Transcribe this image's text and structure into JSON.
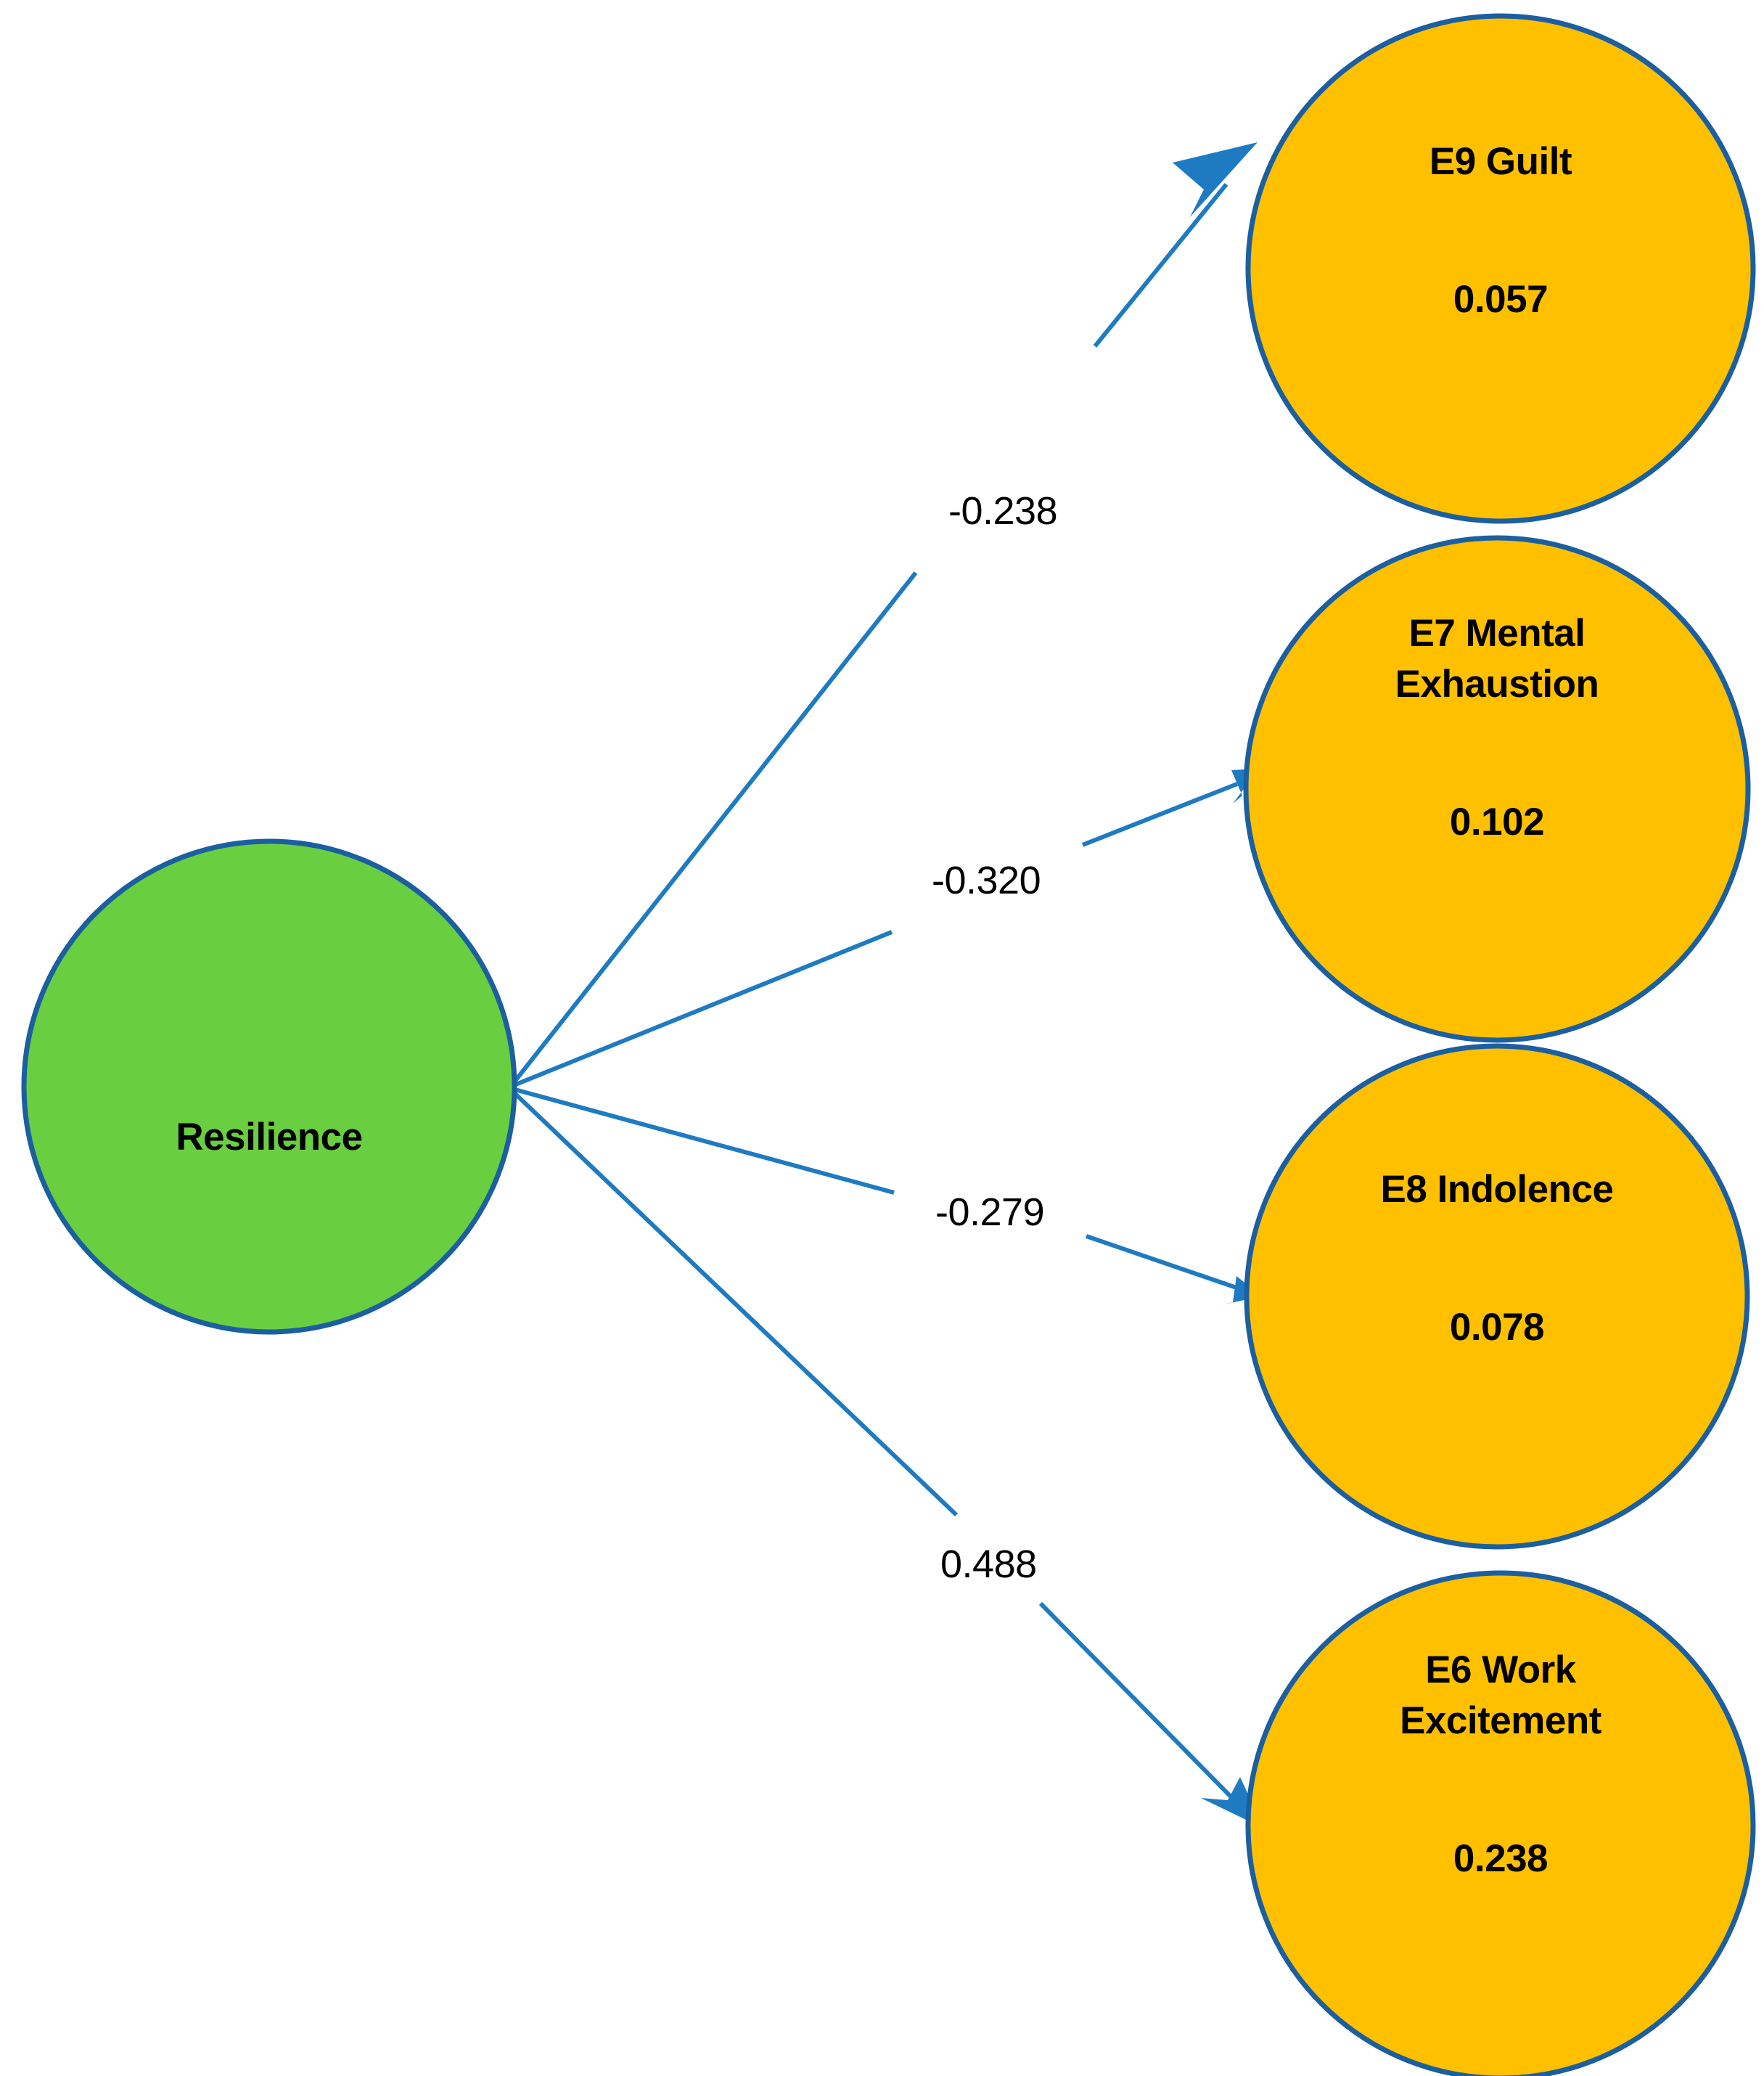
{
  "diagram": {
    "title": "Resilience path model",
    "type": "path-diagram",
    "colors": {
      "predictor_fill": "#6ACE41",
      "outcome_fill": "#FFC000",
      "node_stroke": "#1B5FA0",
      "edge_stroke": "#1F7BC1",
      "background": "#FFFFFF",
      "text": "#000000"
    }
  },
  "chart_data": {
    "type": "diagram",
    "title": "",
    "nodes": [
      {
        "id": "resilience",
        "label": "Resilience",
        "value": "",
        "role": "predictor",
        "fill": "#6ACE41"
      },
      {
        "id": "e9",
        "label": "E9 Guilt",
        "value": "0.057",
        "role": "outcome",
        "fill": "#FFC000"
      },
      {
        "id": "e7",
        "label": "E7 Mental\nExhaustion",
        "value": "0.102",
        "role": "outcome",
        "fill": "#FFC000"
      },
      {
        "id": "e8",
        "label": "E8 Indolence",
        "value": "0.078",
        "role": "outcome",
        "fill": "#FFC000"
      },
      {
        "id": "e6",
        "label": "E6 Work\nExcitement",
        "value": "0.238",
        "role": "outcome",
        "fill": "#FFC000"
      }
    ],
    "edges": [
      {
        "from": "resilience",
        "to": "e9",
        "label": "-0.238",
        "value": -0.238
      },
      {
        "from": "resilience",
        "to": "e7",
        "label": "-0.320",
        "value": -0.32
      },
      {
        "from": "resilience",
        "to": "e8",
        "label": "-0.279",
        "value": -0.279
      },
      {
        "from": "resilience",
        "to": "e6",
        "label": "0.488",
        "value": 0.488
      }
    ]
  },
  "nodes": {
    "resilience": {
      "label": "Resilience"
    },
    "e9": {
      "label": "E9 Guilt",
      "value": "0.057"
    },
    "e7": {
      "label": "E7 Mental\nExhaustion",
      "value": "0.102"
    },
    "e8": {
      "label": "E8 Indolence",
      "value": "0.078"
    },
    "e6": {
      "label": "E6 Work\nExcitement",
      "value": "0.238"
    }
  },
  "edges": {
    "resilience_to_e9": {
      "label": "-0.238"
    },
    "resilience_to_e7": {
      "label": "-0.320"
    },
    "resilience_to_e8": {
      "label": "-0.279"
    },
    "resilience_to_e6": {
      "label": "0.488"
    }
  }
}
